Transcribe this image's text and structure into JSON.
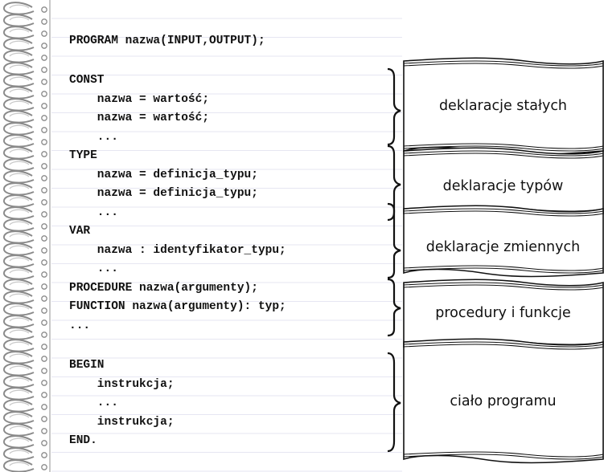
{
  "program": {
    "header": "PROGRAM nazwa(INPUT,OUTPUT);",
    "const": [
      "CONST",
      "    nazwa = wartość;",
      "    nazwa = wartość;",
      "    ..."
    ],
    "type": [
      "TYPE",
      "    nazwa = definicja_typu;",
      "    nazwa = definicja_typu;",
      "    ..."
    ],
    "var": [
      "VAR",
      "    nazwa : identyfikator_typu;",
      "    ..."
    ],
    "subprograms": [
      "PROCEDURE nazwa(argumenty);",
      "FUNCTION nazwa(argumenty): typ;",
      "..."
    ],
    "body": [
      "BEGIN",
      "    instrukcja;",
      "    ...",
      "    instrukcja;",
      "END."
    ]
  },
  "annotations": {
    "const_label": "deklaracje stałych",
    "type_label": "deklaracje typów",
    "var_label": "deklaracje zmiennych",
    "subprograms_label": "procedury i funkcje",
    "body_label": "ciało programu"
  },
  "colors": {
    "paper_line": "#e6e6f2",
    "ink": "#111111",
    "binding_ring": "#8a8a8a"
  },
  "icons": [
    "spiral-binding-icon"
  ]
}
